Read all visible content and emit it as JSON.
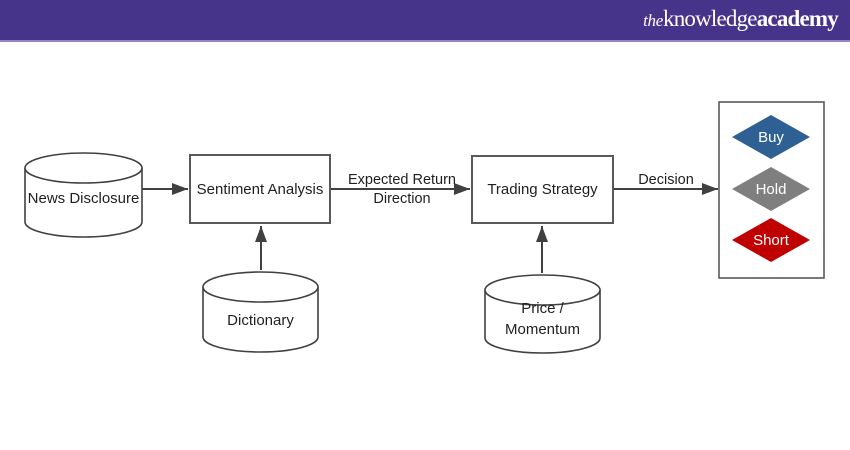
{
  "header": {
    "logo": {
      "the": "the",
      "knowledge": "knowledge",
      "academy": "academy"
    },
    "colors": {
      "bar": "#453489",
      "bar_strip": "#8e86c4",
      "logo_text": "#ffffff"
    }
  },
  "diagram": {
    "nodes": {
      "news_disclosure": {
        "label": "News Disclosure",
        "shape": "cylinder"
      },
      "sentiment_analysis": {
        "label": "Sentiment Analysis",
        "shape": "rectangle"
      },
      "trading_strategy": {
        "label": "Trading Strategy",
        "shape": "rectangle"
      },
      "dictionary": {
        "label": "Dictionary",
        "shape": "cylinder"
      },
      "price_momentum": {
        "line1": "Price /",
        "line2": "Momentum",
        "shape": "cylinder"
      }
    },
    "edges": {
      "news_to_sentiment": {
        "label": ""
      },
      "sentiment_to_trading": {
        "line1": "Expected Return",
        "line2": "Direction"
      },
      "trading_to_decision": {
        "label": "Decision"
      },
      "dictionary_to_sentiment": {
        "label": ""
      },
      "price_to_trading": {
        "label": ""
      }
    },
    "outcomes": [
      {
        "label": "Buy",
        "color": "#2e6093"
      },
      {
        "label": "Hold",
        "color": "#7f7f7f"
      },
      {
        "label": "Short",
        "color": "#c00000"
      }
    ],
    "colors": {
      "stroke": "#404040",
      "box_stroke": "#595959",
      "text": "#1f1f1f"
    }
  }
}
